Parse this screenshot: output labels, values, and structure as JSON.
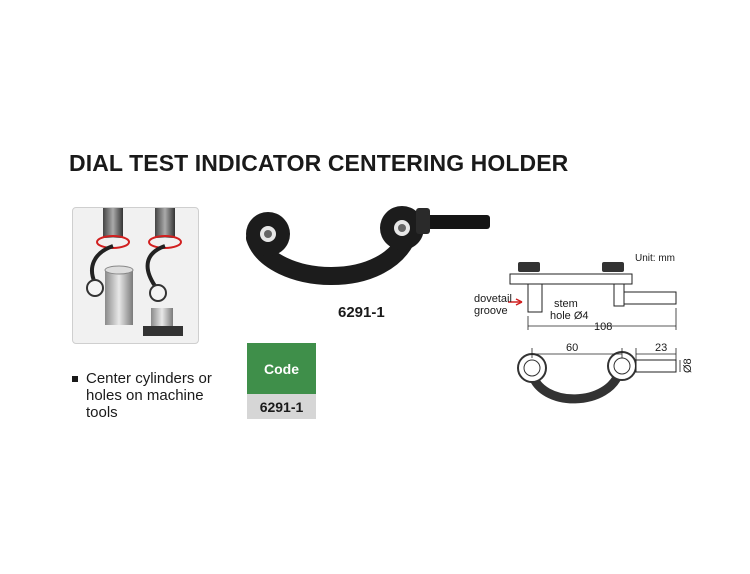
{
  "title": "DIAL TEST INDICATOR CENTERING HOLDER",
  "model_label": "6291-1",
  "feature": "Center cylinders or holes on machine tools",
  "code_table": {
    "header": "Code",
    "value": "6291-1"
  },
  "drawing": {
    "unit": "Unit: mm",
    "dovetail_label": [
      "dovetail",
      "groove"
    ],
    "stem_label": [
      "stem",
      "hole Ø4"
    ],
    "dim_108": "108",
    "dim_60": "60",
    "dim_23": "23",
    "dim_8": "Ø8"
  },
  "colors": {
    "code_header": "#3f8f4a",
    "code_value_bg": "#d6d6d6",
    "red_arrow": "#d11f1f"
  }
}
